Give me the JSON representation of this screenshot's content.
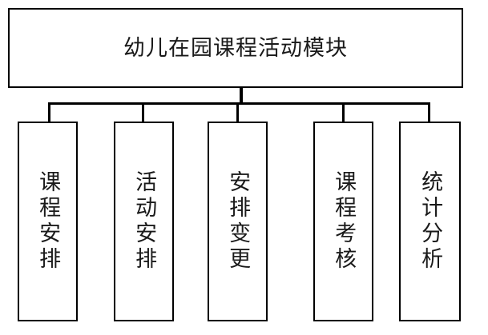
{
  "diagram": {
    "type": "org-chart",
    "orientation": "top-down",
    "root": {
      "label": "幼儿在园课程活动模块"
    },
    "children": [
      {
        "label": "课程安排"
      },
      {
        "label": "活动安排"
      },
      {
        "label": "安排变更"
      },
      {
        "label": "课程考核"
      },
      {
        "label": "统计分析"
      }
    ],
    "colors": {
      "line": "#000000",
      "text": "#1a1a1a",
      "background": "#ffffff"
    }
  }
}
